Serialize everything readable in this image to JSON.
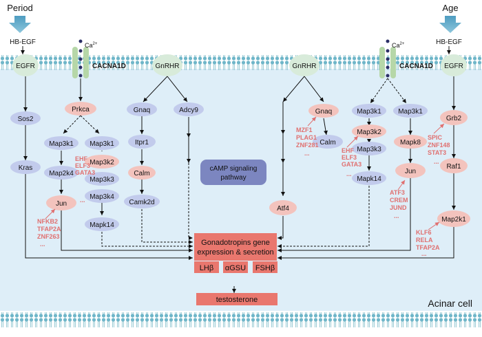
{
  "inputs": {
    "period": "Period",
    "age": "Age",
    "hb_egf_left": "HB-EGF",
    "hb_egf_right": "HB-EGF",
    "ca_left": "Ca",
    "ca_right": "Ca",
    "ca_superscript": "2+"
  },
  "receptors": {
    "egfr_left": "EGFR",
    "cacna1d_left": "CACNA1D",
    "gnrhr_left": "GnRHR",
    "gnrhr_right": "GnRHR",
    "cacna1d_right": "CACNA1D",
    "egfr_right": "EGFR"
  },
  "nodes": {
    "sos2": "Sos2",
    "kras": "Kras",
    "prkca": "Prkca",
    "map3k1_a": "Map3k1",
    "map3k1_b": "Map3k1",
    "map2k4": "Map2k4",
    "map3k2_a": "Map3k2",
    "map3k3_a": "Map3k3",
    "jun_a": "Jun",
    "map3k4": "Map3k4",
    "mapk14_a": "Mapk14",
    "gnaq_a": "Gnaq",
    "itpr1": "Itpr1",
    "calm_a": "Calm",
    "camk2d": "Camk2d",
    "adcy9": "Adcy9",
    "camp_line1": "cAMP signaling",
    "camp_line2": "pathway",
    "atf4": "Atf4",
    "gnaq_b": "Gnaq",
    "calm_b": "Calm",
    "map3k1_c": "Map3k1",
    "map3k2_b": "Map3k2",
    "map3k3_b": "Map3k3",
    "mapk14_b": "Mapk14",
    "map3k1_d": "Map3k1",
    "mapk8": "Mapk8",
    "jun_b": "Jun",
    "grb2": "Grb2",
    "raf1": "Raf1",
    "map2k1": "Map2k1"
  },
  "tfs": {
    "ehf_group": [
      "EHF",
      "ELF3",
      "GATA3",
      "..."
    ],
    "nfkb2_group": [
      "NFKB2",
      "TFAP2A",
      "ZNF263",
      "..."
    ],
    "mzf1_group": [
      "MZF1",
      "PLAG1",
      "ZNF281",
      "..."
    ],
    "ehf_group_b": [
      "EHF",
      "ELF3",
      "GATA3",
      "..."
    ],
    "atf3_group": [
      "ATF3",
      "CREM",
      "JUND",
      "..."
    ],
    "spic_group": [
      "SPIC",
      "ZNF148",
      "STAT3",
      "..."
    ],
    "klf6_group": [
      "KLF6",
      "RELA",
      "TFAP2A",
      "..."
    ]
  },
  "outputs": {
    "gonad_line1": "Gonadotropins gene",
    "gonad_line2": "expression & secretion",
    "lhb": "LHβ",
    "agsu": "αGSU",
    "fshb": "FSHβ",
    "testosterone": "testosterone",
    "cell_label": "Acinar cell",
    "ellipsis_bottom": "..."
  },
  "colors": {
    "blue_node": "#c2cbec",
    "pink_node": "#f3c3bd",
    "red_text": "#e07070",
    "output_box": "#e9776e",
    "camp_box": "#7c86c0",
    "receptor": "#d8ebda",
    "cell_bg": "#deeef8",
    "arrow_in": "#5aa7c8"
  }
}
